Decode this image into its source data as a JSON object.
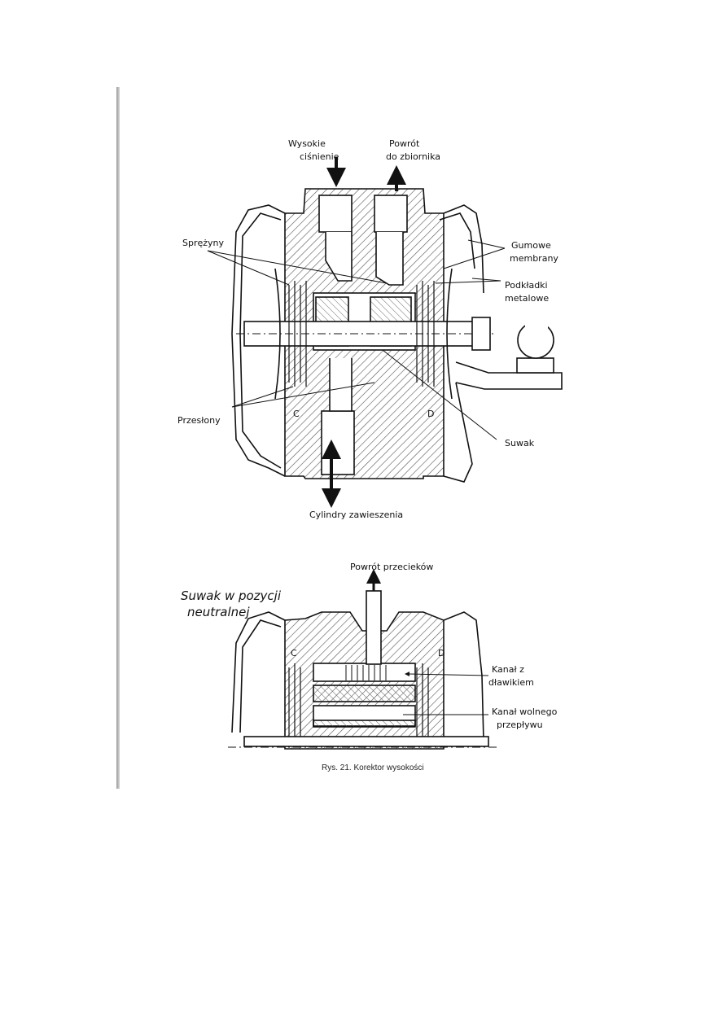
{
  "labels": {
    "high_pressure": [
      "Wysokie",
      "ciśnienie"
    ],
    "return_tank": [
      "Powrót",
      "do zbiornika"
    ],
    "springs": "Sprężyny",
    "rubber_membranes": [
      "Gumowe",
      "membrany"
    ],
    "metal_washers": [
      "Podkładki",
      "metalowe"
    ],
    "diaphragms": "Przesłony",
    "spool": "Suwak",
    "chamber_c": "C",
    "chamber_d": "D",
    "suspension_cylinders": "Cylindry zawieszenia",
    "leak_return": "Powrót przecieków",
    "spool_neutral": [
      "Suwak w pozycji",
      "neutralnej"
    ],
    "throttle_channel": [
      "Kanał z",
      "dławikiem"
    ],
    "free_flow_channel": [
      "Kanał wolnego",
      "przepływu"
    ],
    "chamber_c2": "C",
    "chamber_d2": "D"
  },
  "caption": "Rys. 21. Korektor wysokości",
  "colors": {
    "ink": "#111111",
    "hatch": "#555555",
    "paper": "#ffffff"
  }
}
